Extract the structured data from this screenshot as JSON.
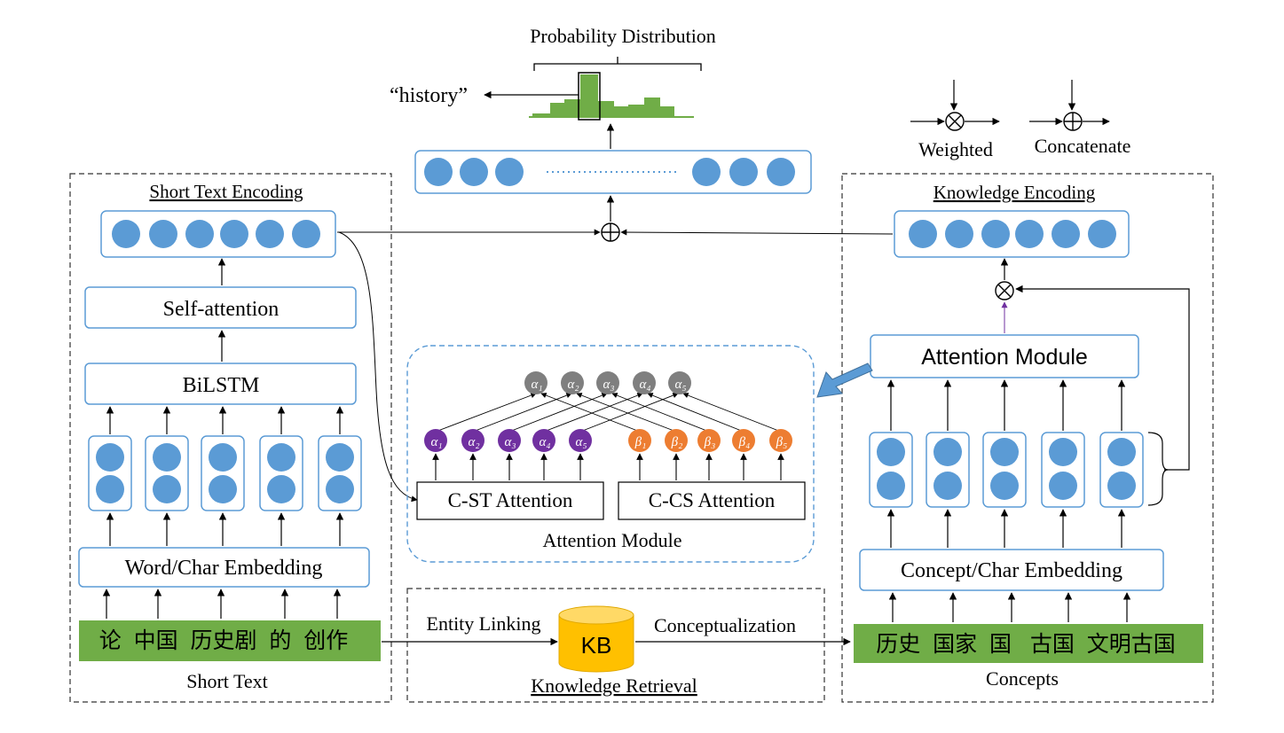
{
  "top": {
    "prob_title": "Probability Distribution",
    "output_word": "“history”",
    "legend_weighted": "Weighted",
    "legend_concatenate": "Concatenate"
  },
  "short_text": {
    "encoding_title": "Short Text Encoding",
    "self_attention": "Self-attention",
    "bilstm": "BiLSTM",
    "embedding": "Word/Char Embedding",
    "input_text": "论  中国  历史剧  的  创作",
    "caption": "Short Text"
  },
  "knowledge": {
    "encoding_title": "Knowledge Encoding",
    "attention_module": "Attention Module",
    "embedding": "Concept/Char Embedding",
    "concepts_text": "历史  国家  国   古国  文明古国",
    "caption": "Concepts"
  },
  "attention": {
    "cst_label": "C-ST Attention",
    "ccs_label": "C-CS Attention",
    "caption": "Attention Module",
    "alpha_top": [
      "α₁",
      "α₂",
      "α₃",
      "α₄",
      "α₅"
    ],
    "alpha": [
      "α₁",
      "α₂",
      "α₃",
      "α₄",
      "α₅"
    ],
    "beta": [
      "β₁",
      "β₂",
      "β₃",
      "β₄",
      "β₅"
    ]
  },
  "retrieval": {
    "entity_linking": "Entity Linking",
    "conceptualization": "Conceptualization",
    "kb_label": "KB",
    "caption": "Knowledge Retrieval"
  },
  "colors": {
    "node_blue": "#5b9bd5",
    "box_border": "#5b9bd5",
    "green": "#70ad47",
    "purple": "#7030a0",
    "orange": "#ed7d31",
    "gray": "#7f7f7f",
    "kb_yellow": "#ffc000"
  }
}
